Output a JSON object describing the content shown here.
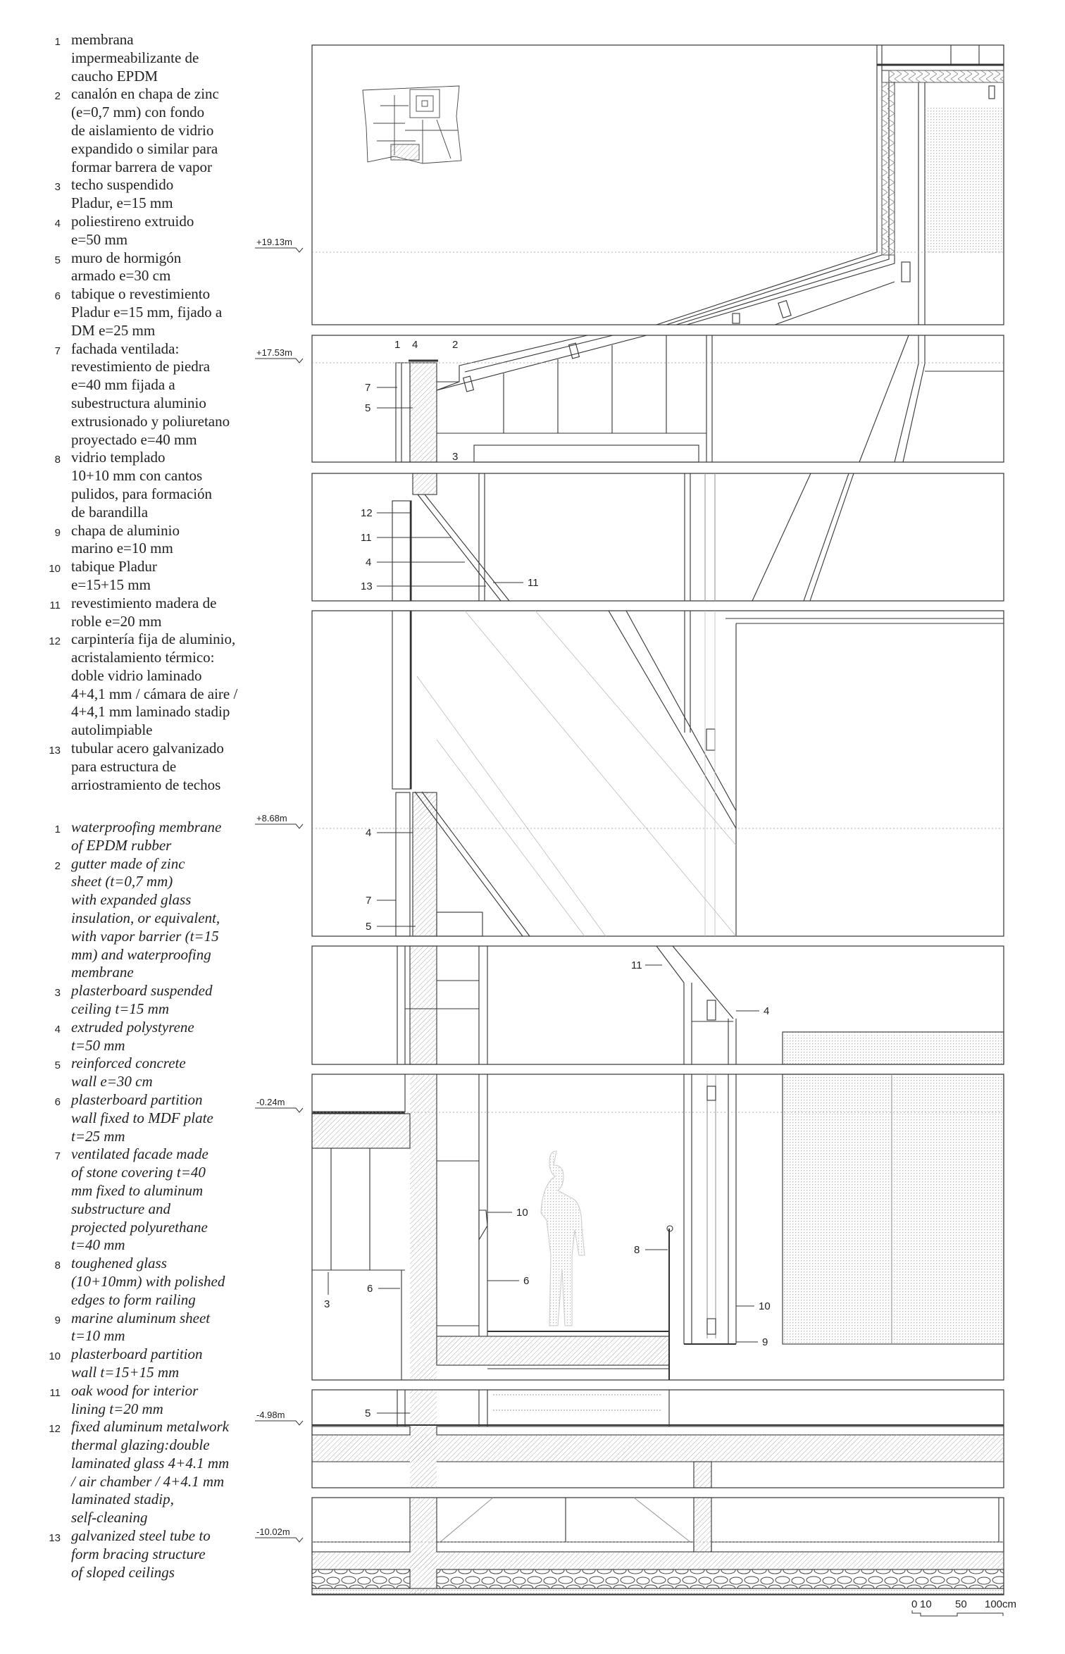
{
  "legend_es": [
    {
      "num": "1",
      "text": "membrana\nimpermeabilizante de\ncaucho EPDM"
    },
    {
      "num": "2",
      "text": "canalón en chapa de zinc\n(e=0,7 mm) con fondo\nde aislamiento de vidrio\nexpandido o similar para\nformar barrera de vapor"
    },
    {
      "num": "3",
      "text": "techo suspendido\nPladur, e=15 mm"
    },
    {
      "num": "4",
      "text": "poliestireno extruido\ne=50 mm"
    },
    {
      "num": "5",
      "text": "muro de hormigón\narmado e=30 cm"
    },
    {
      "num": "6",
      "text": "tabique o revestimiento\nPladur e=15 mm, fijado a\nDM e=25 mm"
    },
    {
      "num": "7",
      "text": "fachada ventilada:\nrevestimiento de piedra\ne=40 mm fijada a\nsubestructura aluminio\nextrusionado y poliuretano\nproyectado e=40 mm"
    },
    {
      "num": "8",
      "text": "vidrio templado\n10+10 mm con cantos\npulidos, para formación\nde barandilla"
    },
    {
      "num": "9",
      "text": "chapa de aluminio\nmarino e=10 mm"
    },
    {
      "num": "10",
      "text": "tabique Pladur\ne=15+15 mm"
    },
    {
      "num": "11",
      "text": "revestimiento madera de\nroble e=20 mm"
    },
    {
      "num": "12",
      "text": "carpintería fija de aluminio,\nacristalamiento térmico:\ndoble vidrio laminado\n4+4,1 mm / cámara de aire /\n4+4,1 mm laminado stadip\nautolimpiable"
    },
    {
      "num": "13",
      "text": "tubular acero galvanizado\npara estructura de\narriostramiento de techos"
    }
  ],
  "legend_en": [
    {
      "num": "1",
      "text": "waterproofing membrane\nof EPDM rubber"
    },
    {
      "num": "2",
      "text": "gutter made of zinc\nsheet (t=0,7 mm)\nwith expanded glass\ninsulation, or equivalent,\nwith vapor barrier (t=15\nmm) and waterproofing\nmembrane"
    },
    {
      "num": "3",
      "text": "plasterboard suspended\nceiling t=15 mm"
    },
    {
      "num": "4",
      "text": "extruded polystyrene\nt=50 mm"
    },
    {
      "num": "5",
      "text": "reinforced concrete\nwall e=30 cm"
    },
    {
      "num": "6",
      "text": "plasterboard partition\nwall fixed to MDF plate\nt=25 mm"
    },
    {
      "num": "7",
      "text": "ventilated facade made\nof stone covering t=40\nmm fixed to aluminum\nsubstructure and\nprojected polyurethane\nt=40 mm"
    },
    {
      "num": "8",
      "text": "toughened glass\n(10+10mm) with polished\nedges to form railing"
    },
    {
      "num": "9",
      "text": "marine aluminum sheet\nt=10 mm"
    },
    {
      "num": "10",
      "text": "plasterboard partition\nwall t=15+15 mm"
    },
    {
      "num": "11",
      "text": "oak wood for interior\nlining t=20 mm"
    },
    {
      "num": "12",
      "text": "fixed aluminum metalwork\nthermal glazing:double\nlaminated glass 4+4.1 mm\n/ air chamber / 4+4.1 mm\nlaminated stadip,\nself-cleaning"
    },
    {
      "num": "13",
      "text": "galvanized steel tube to\nform bracing structure\nof sloped ceilings"
    }
  ],
  "levels": [
    "+19.13m",
    "+17.53m",
    "+8.68m",
    "-0.24m",
    "-4.98m",
    "-10.02m"
  ],
  "callouts": {
    "p2": [
      "1",
      "4",
      "2",
      "7",
      "5",
      "3"
    ],
    "p3": [
      "12",
      "11",
      "4",
      "13",
      "11"
    ],
    "p4": [
      "4",
      "7",
      "5"
    ],
    "p5": [
      "11",
      "4"
    ],
    "p6": [
      "10",
      "6",
      "8",
      "6",
      "3",
      "10",
      "9"
    ],
    "p7": [
      "5"
    ]
  },
  "scale_bar": {
    "ticks": [
      "0",
      "10",
      "50",
      "100cm"
    ]
  },
  "colors": {
    "line": "#333333",
    "hatch": "#999999",
    "paper": "#ffffff"
  }
}
